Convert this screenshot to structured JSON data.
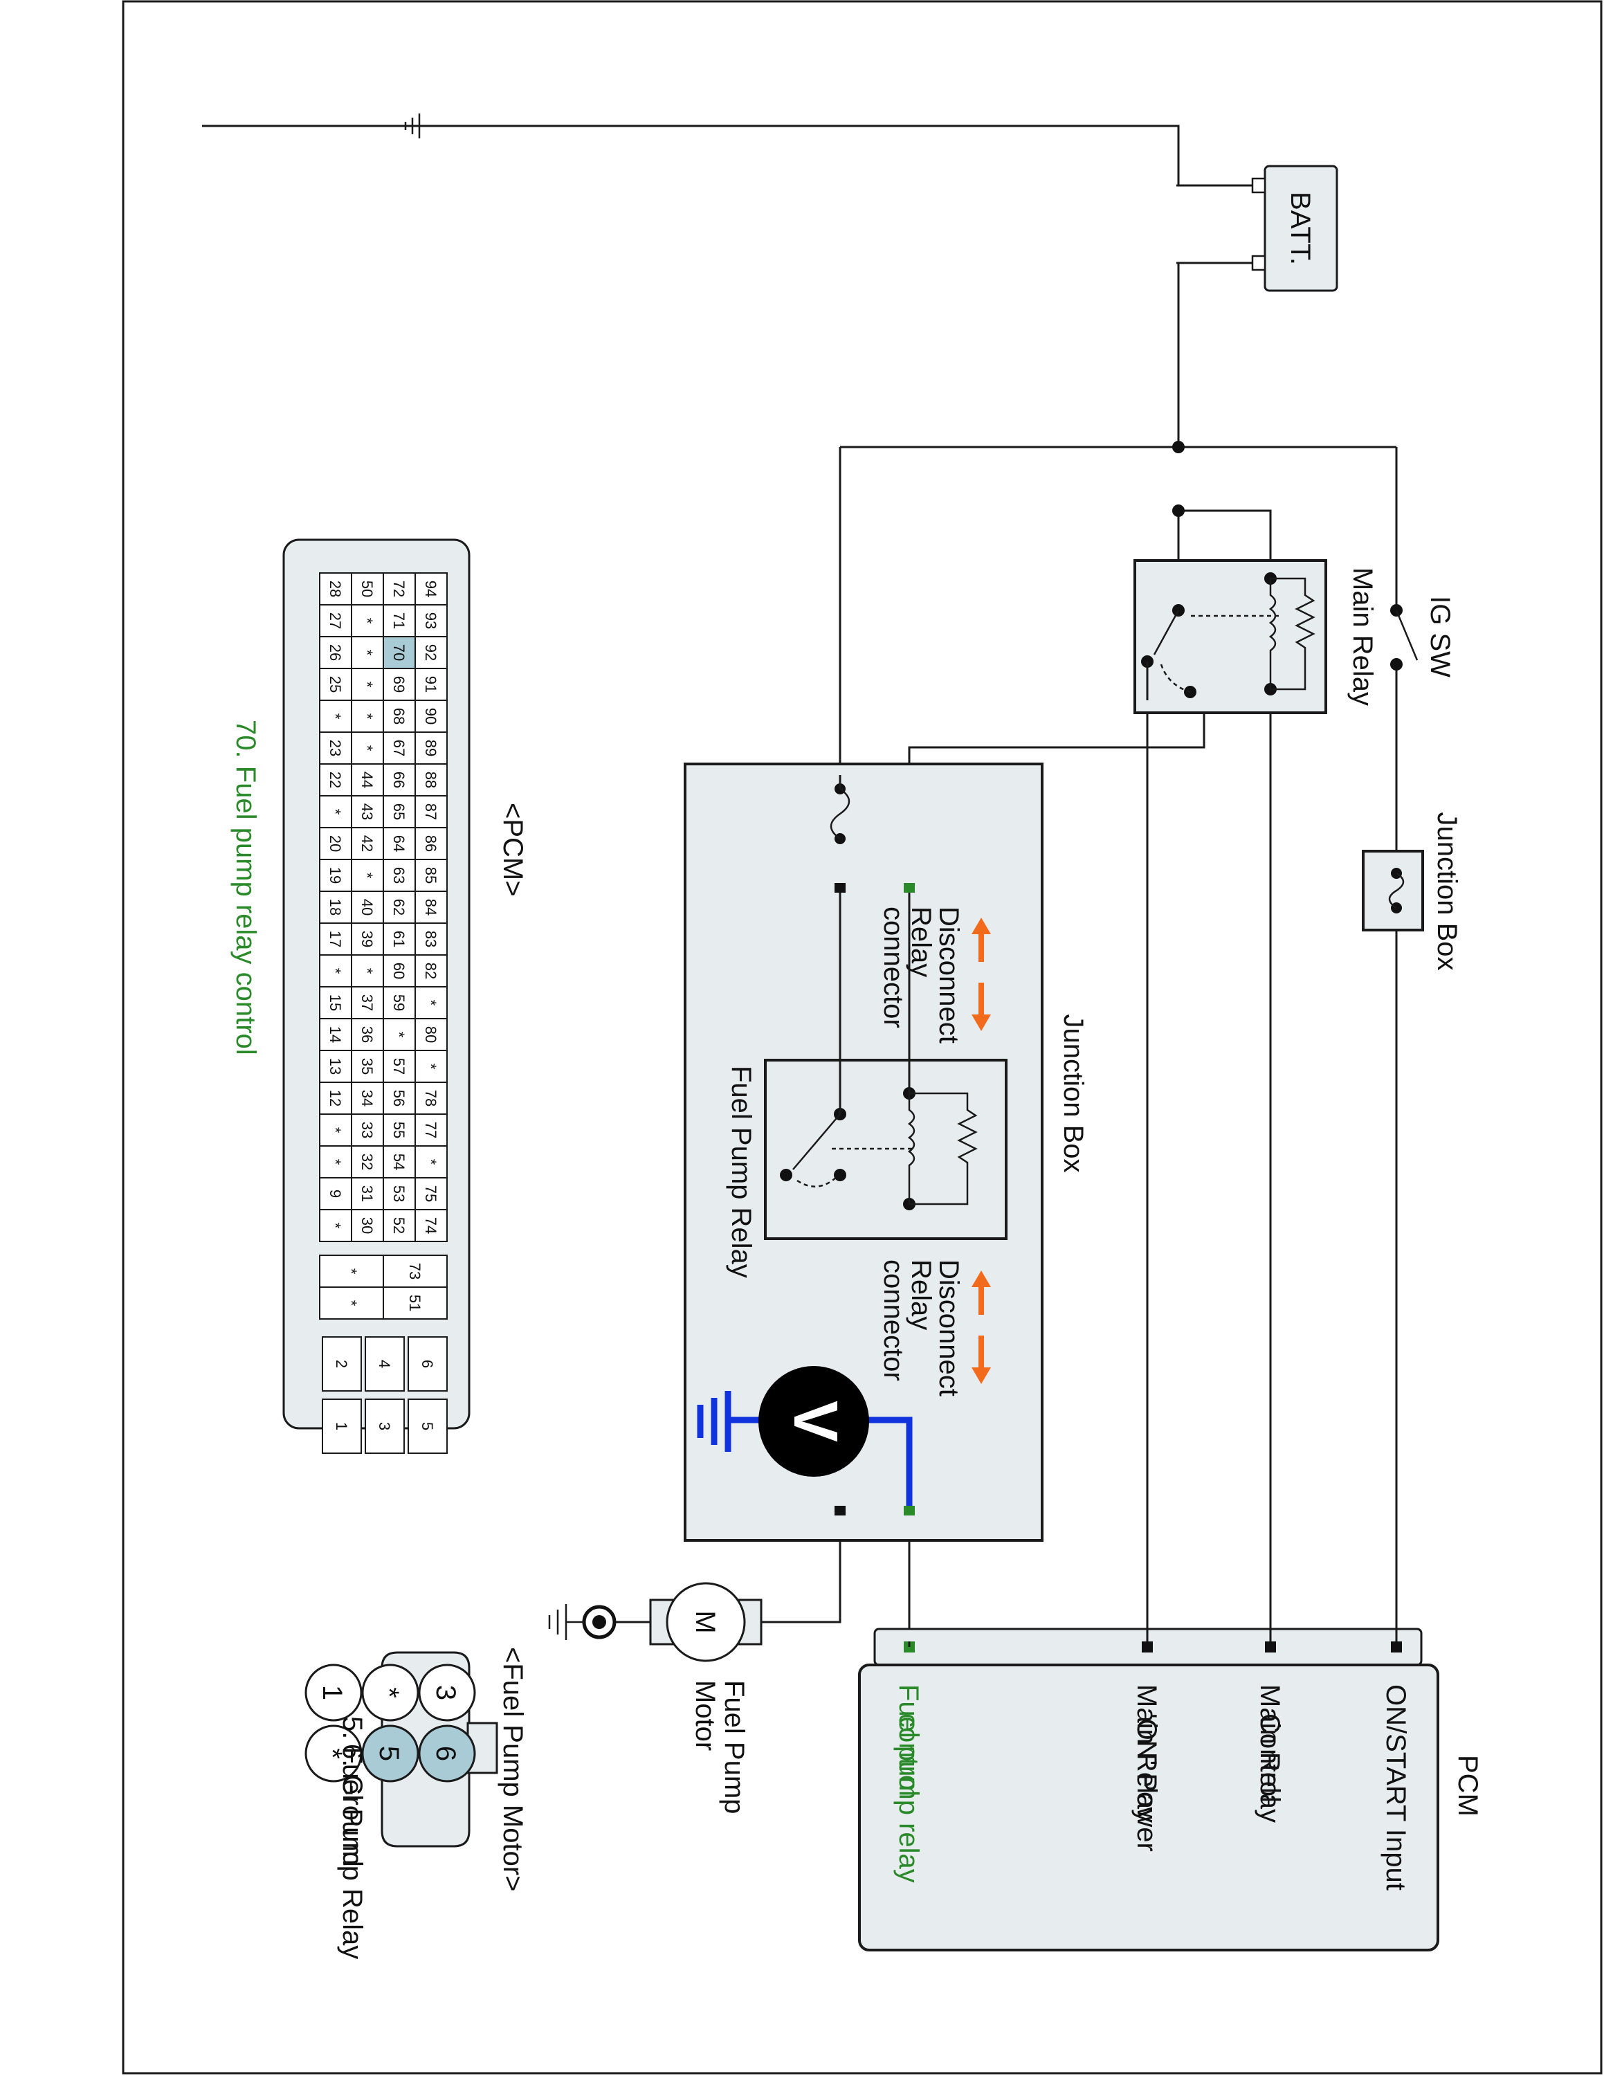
{
  "colors": {
    "panel_fill": "#e7ecee",
    "highlight": "#a8cbd6",
    "accent_green": "#2a8a2a",
    "arrow_orange": "#f26a1b",
    "meter_wire_blue": "#1133dd"
  },
  "labels": {
    "batt": "BATT.",
    "ig_sw": "IG SW",
    "main_relay": "Main Relay",
    "junction_box_small": "Junction Box",
    "junction_box_large": "Junction Box",
    "fuel_pump_relay": "Fuel Pump Relay",
    "disconnect_1": [
      "Disconnect",
      "Relay",
      "connector"
    ],
    "disconnect_2": [
      "Disconnect",
      "Relay",
      "connector"
    ],
    "pcm_title": "PCM",
    "pcm_pins": [
      {
        "label": [
          "ON/START Input"
        ],
        "highlight": false
      },
      {
        "label": [
          "Main Relay",
          "Control"
        ],
        "highlight": false
      },
      {
        "label": [
          "Main Relay",
          "'ON' Power"
        ],
        "highlight": false
      },
      {
        "label": [
          "Fuel pump relay",
          "control"
        ],
        "highlight": true
      }
    ],
    "motor_symbol": "M",
    "motor_name": [
      "Fuel Pump",
      "Motor"
    ],
    "voltmeter_symbol": "V"
  },
  "fuel_pump_connector": {
    "title": "<Fuel Pump Motor>",
    "pins": [
      {
        "name": "3",
        "highlight": false
      },
      {
        "name": "*",
        "highlight": false
      },
      {
        "name": "1",
        "highlight": false
      },
      {
        "name": "6",
        "highlight": true
      },
      {
        "name": "5",
        "highlight": true
      },
      {
        "name": "*",
        "highlight": false
      }
    ],
    "legend": [
      "5. Fuel Pump Relay",
      "6. Ground"
    ]
  },
  "pcm_connector": {
    "title": "<PCM>",
    "rows": [
      [
        "94",
        "93",
        "92",
        "91",
        "90",
        "89",
        "88",
        "87",
        "86",
        "85",
        "84",
        "83",
        "82",
        "*",
        "80",
        "*",
        "78",
        "77",
        "*",
        "75",
        "74"
      ],
      [
        "72",
        "71",
        "70",
        "69",
        "68",
        "67",
        "66",
        "65",
        "64",
        "63",
        "62",
        "61",
        "60",
        "59",
        "*",
        "57",
        "56",
        "55",
        "54",
        "53",
        "52"
      ],
      [
        "50",
        "*",
        "*",
        "*",
        "*",
        "*",
        "44",
        "43",
        "42",
        "*",
        "40",
        "39",
        "*",
        "37",
        "36",
        "35",
        "34",
        "33",
        "32",
        "31",
        "30"
      ],
      [
        "28",
        "27",
        "26",
        "25",
        "*",
        "23",
        "22",
        "*",
        "20",
        "19",
        "18",
        "17",
        "*",
        "15",
        "14",
        "13",
        "12",
        "*",
        "*",
        "9",
        "*"
      ]
    ],
    "highlight_pin": "70",
    "extra_block": [
      [
        "73",
        "51"
      ],
      [
        "*",
        "*"
      ]
    ],
    "power_rows": [
      [
        "6",
        "4",
        "2"
      ],
      [
        "5",
        "3",
        "1"
      ]
    ],
    "legend": "70. Fuel pump relay control"
  }
}
